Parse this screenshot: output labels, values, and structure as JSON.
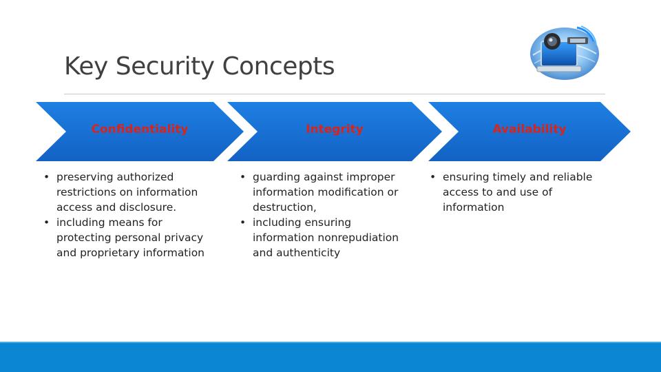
{
  "slide": {
    "title": "Key Security Concepts"
  },
  "concepts": [
    {
      "label": "Confidentiality",
      "bullets": [
        "preserving authorized restrictions on information access and disclosure.",
        "including means for protecting personal privacy and proprietary information"
      ]
    },
    {
      "label": "Integrity",
      "bullets": [
        "guarding against improper information modification or destruction,",
        "including ensuring information nonrepudiation and authenticity"
      ]
    },
    {
      "label": "Availability",
      "bullets": [
        "ensuring timely and reliable access to and use of information"
      ]
    }
  ],
  "colors": {
    "chevron_fill": "#1a73d9",
    "chevron_label": "#d9241c",
    "footer": "#0a86d2"
  },
  "icons": {
    "logo": "security-globe-laptop-icon"
  }
}
